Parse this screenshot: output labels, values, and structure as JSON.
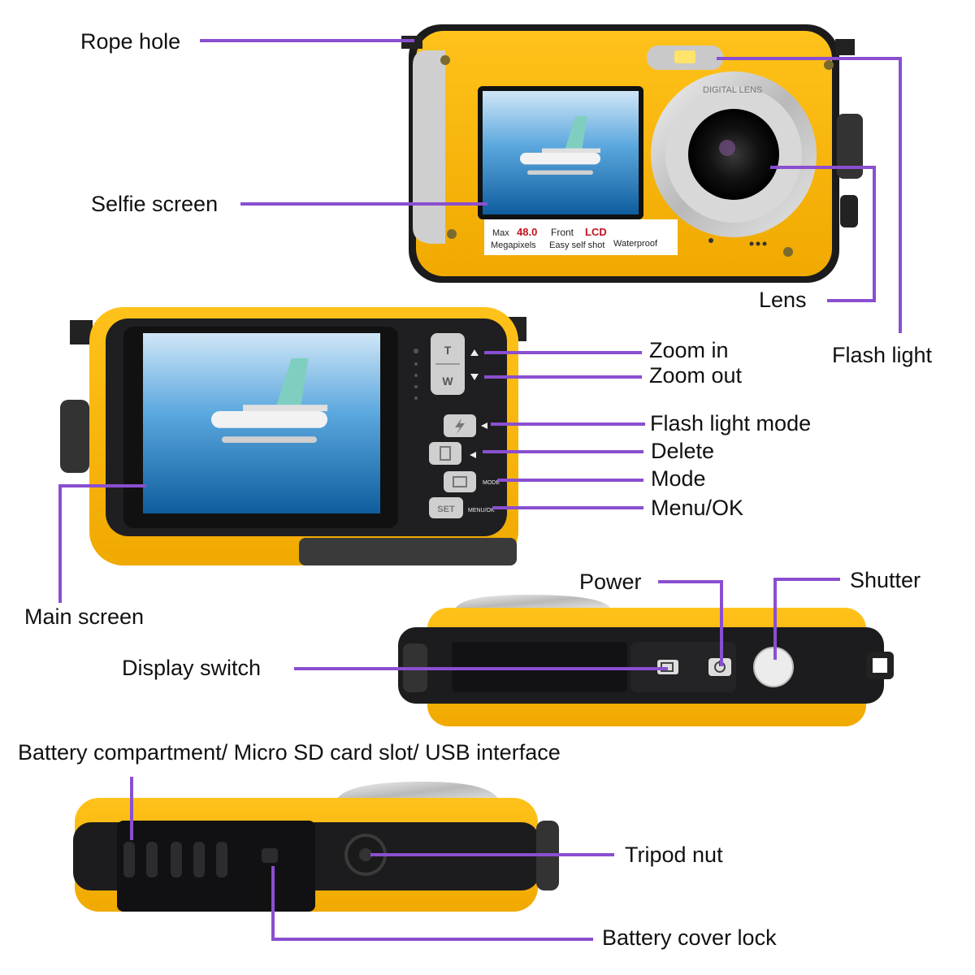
{
  "colors": {
    "body_yellow": "#f5b400",
    "body_black": "#1c1c1e",
    "leader_line": "#8a4fd0",
    "label_text": "#111111"
  },
  "labels": {
    "rope_hole": "Rope hole",
    "selfie_screen": "Selfie screen",
    "lens": "Lens",
    "flash_light": "Flash light",
    "zoom_in": "Zoom in",
    "zoom_out": "Zoom out",
    "flash_light_mode": "Flash light mode",
    "delete": "Delete",
    "mode": "Mode",
    "menu_ok": "Menu/OK",
    "main_screen": "Main screen",
    "power": "Power",
    "shutter": "Shutter",
    "display_switch": "Display switch",
    "battery_compartment": "Battery compartment/ Micro SD card slot/ USB interface",
    "tripod_nut": "Tripod nut",
    "battery_cover_lock": "Battery cover lock"
  },
  "front_badge": {
    "max": "Max",
    "megapixels_value": "48.0",
    "megapixels": "Megapixels",
    "front": "Front",
    "lcd": "LCD",
    "easy_self_shot": "Easy self shot",
    "waterproof": "Waterproof"
  },
  "lens_ring_text": "DIGITAL LENS",
  "buttons": {
    "tele": "T",
    "wide": "W",
    "set": "SET",
    "mode_text": "MODE",
    "menu_ok_text": "MENU/OK"
  },
  "icons": [
    "flash-icon",
    "trash-icon",
    "mode-icon",
    "display-switch-icon",
    "power-icon"
  ]
}
